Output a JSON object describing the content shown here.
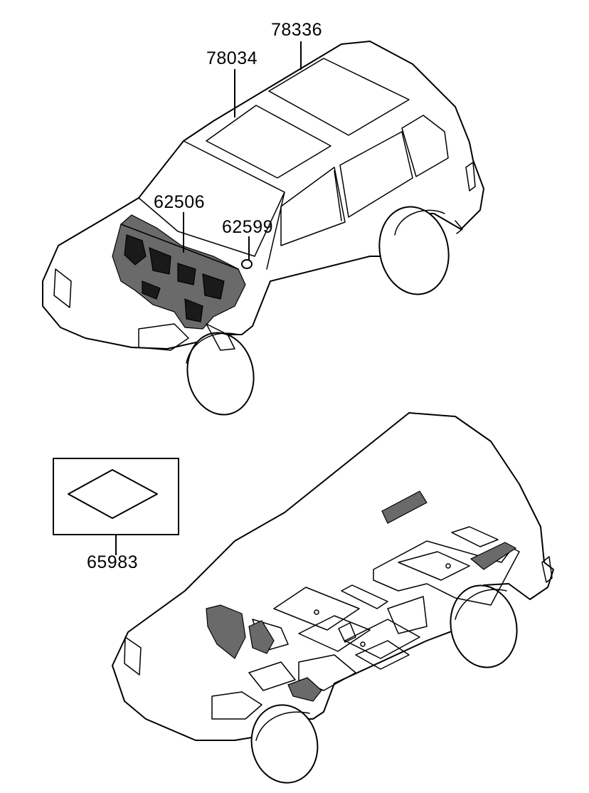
{
  "diagram": {
    "top_view_parts": [
      {
        "id": "78336",
        "label": "78336"
      },
      {
        "id": "78034",
        "label": "78034"
      },
      {
        "id": "62506",
        "label": "62506"
      },
      {
        "id": "62599",
        "label": "62599"
      }
    ],
    "detail_part": {
      "id": "65983",
      "label": "65983"
    }
  },
  "colors": {
    "line": "#000000",
    "background": "#ffffff"
  }
}
